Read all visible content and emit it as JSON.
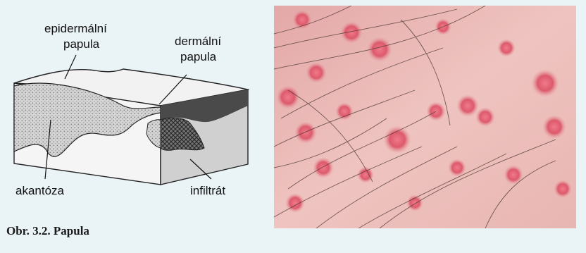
{
  "diagram": {
    "labels": {
      "epidermal_line1": "epidermální",
      "epidermal_line2": "papula",
      "dermal_line1": "dermální",
      "dermal_line2": "papula",
      "acanthosis": "akantóza",
      "infiltrate": "infiltrát"
    }
  },
  "caption": "Obr. 3.2. Papula",
  "colors": {
    "background": "#eaf3f6",
    "skin_photo": "#e9b2b0",
    "papule_red": "#d85a6a",
    "hair": "#4a3530"
  }
}
